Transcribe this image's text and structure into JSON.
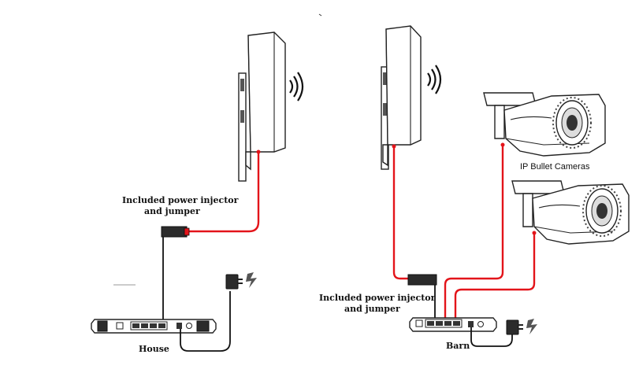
{
  "labels": {
    "left_injector_line1": "Included power injector",
    "left_injector_line2": "and jumper",
    "house": "House",
    "right_injector_line1": "Included power injector",
    "right_injector_line2": "and jumper",
    "barn": "Barn",
    "cameras": "IP Bullet Cameras"
  },
  "colors": {
    "poe_cable": "#e3141a",
    "data_cable": "#111111",
    "device_outline": "#222222"
  },
  "icons": [
    "wireless-antenna-icon",
    "signal-waves-icon",
    "power-injector-icon",
    "router-icon",
    "power-adapter-icon",
    "lightning-icon",
    "ip-bullet-camera-icon"
  ]
}
